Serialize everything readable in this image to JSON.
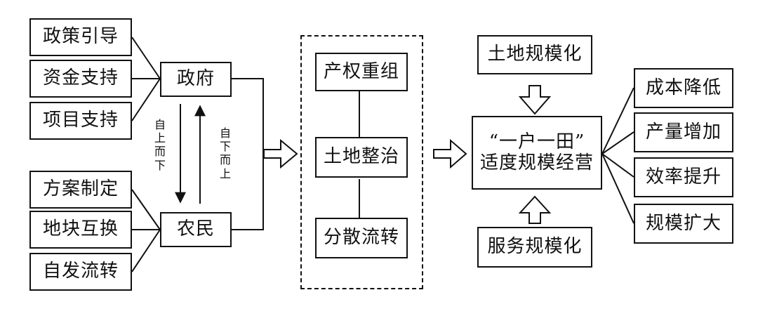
{
  "inputs_top": [
    "政策引导",
    "资金支持",
    "项目支持"
  ],
  "inputs_bottom": [
    "方案制定",
    "地块互换",
    "自发流转"
  ],
  "actors": {
    "government": "政府",
    "farmers": "农民"
  },
  "flows": {
    "top_down": "自\n上\n而\n下",
    "bottom_up": "自\n下\n而\n上"
  },
  "middle": [
    "产权重组",
    "土地整治",
    "分散流转"
  ],
  "scale": {
    "land": "土地规模化",
    "service": "服务规模化"
  },
  "center": {
    "line1": "“一户一田”",
    "line2": "适度规模经营"
  },
  "outcomes": [
    "成本降低",
    "产量增加",
    "效率提升",
    "规模扩大"
  ]
}
